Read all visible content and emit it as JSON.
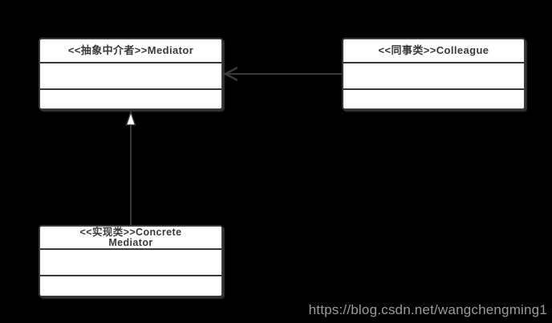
{
  "page": {
    "background": "#000000"
  },
  "diagram": {
    "type": "uml-class-diagram",
    "pattern": "Mediator",
    "classes": [
      {
        "id": "mediator",
        "title": "<<抽象中介者>>Mediator",
        "compartments": [
          "",
          ""
        ]
      },
      {
        "id": "colleague",
        "title": "<<同事类>>Colleague",
        "compartments": [
          "",
          ""
        ]
      },
      {
        "id": "concrete-mediator",
        "title": "<<实现类>>Concrete Mediator",
        "compartments": [
          "",
          ""
        ]
      }
    ],
    "relations": [
      {
        "from": "colleague",
        "to": "mediator",
        "type": "directed-association",
        "arrowhead": "open"
      },
      {
        "from": "concrete-mediator",
        "to": "mediator",
        "type": "generalization",
        "arrowhead": "hollow-triangle"
      }
    ],
    "colors": {
      "background": "#000000",
      "box_fill": "#ffffff",
      "line": "#3a3a3a",
      "title_text": "#3a3a3a",
      "watermark_text": "#9b9b9b"
    }
  },
  "watermark": {
    "text": "https://blog.csdn.net/wangchengming1"
  }
}
